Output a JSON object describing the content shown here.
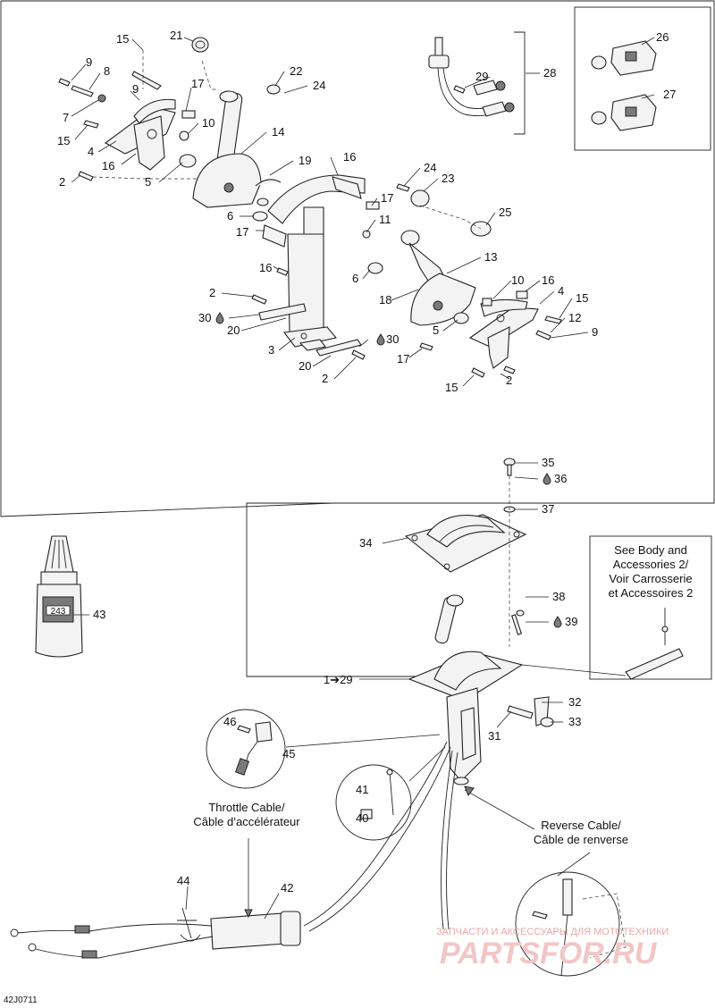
{
  "diagram": {
    "code": "42J0711",
    "watermark": {
      "line1": "ЗАПЧАСТИ И АКСЕССУАРЫ ДЛЯ МОТОТЕХНИКИ",
      "line2": "PARTSFOR.RU"
    },
    "captions": {
      "see_body_1": "See Body and",
      "see_body_2": "Accessories 2/",
      "see_body_3": "Voir Carrosserie",
      "see_body_4": "et Accessoires 2",
      "throttle_1": "Throttle Cable/",
      "throttle_2": "Câble d’accélérateur",
      "reverse_1": "Reverse Cable/",
      "reverse_2": "Câble de renverse"
    },
    "bottle_label": "243",
    "labels": {
      "l15a": "15",
      "l21": "21",
      "l9a": "9",
      "l8": "8",
      "l9b": "9",
      "l17a": "17",
      "l7": "7",
      "l10a": "10",
      "l15b": "15",
      "l4a": "4",
      "l16a": "16",
      "l5a": "5",
      "l2a": "2",
      "l14": "14",
      "l22": "22",
      "l24a": "24",
      "l19": "19",
      "l16b": "16",
      "l6a": "6",
      "l17b": "17",
      "l11": "11",
      "l17c": "17",
      "l16c": "16",
      "l24b": "24",
      "l23": "23",
      "l25": "25",
      "l13": "13",
      "l6b": "6",
      "l18": "18",
      "l10b": "10",
      "l16d": "16",
      "l4b": "4",
      "l15c": "15",
      "l12": "12",
      "l9c": "9",
      "l5b": "5",
      "l2b": "2",
      "l30a": "30",
      "l20a": "20",
      "l3": "3",
      "l20b": "20",
      "l30b": "30",
      "l17d": "17",
      "l2c": "2",
      "l15d": "15",
      "l2d": "2",
      "l26": "26",
      "l27": "27",
      "l28": "28",
      "l29": "29",
      "l35": "35",
      "l36": "36",
      "l37": "37",
      "l34": "34",
      "l38": "38",
      "l39": "39",
      "l1to29": "1➔29",
      "l32": "32",
      "l33": "33",
      "l31": "31",
      "l43": "43",
      "l46": "46",
      "l45": "45",
      "l41": "41",
      "l40": "40",
      "l44": "44",
      "l42": "42"
    }
  }
}
